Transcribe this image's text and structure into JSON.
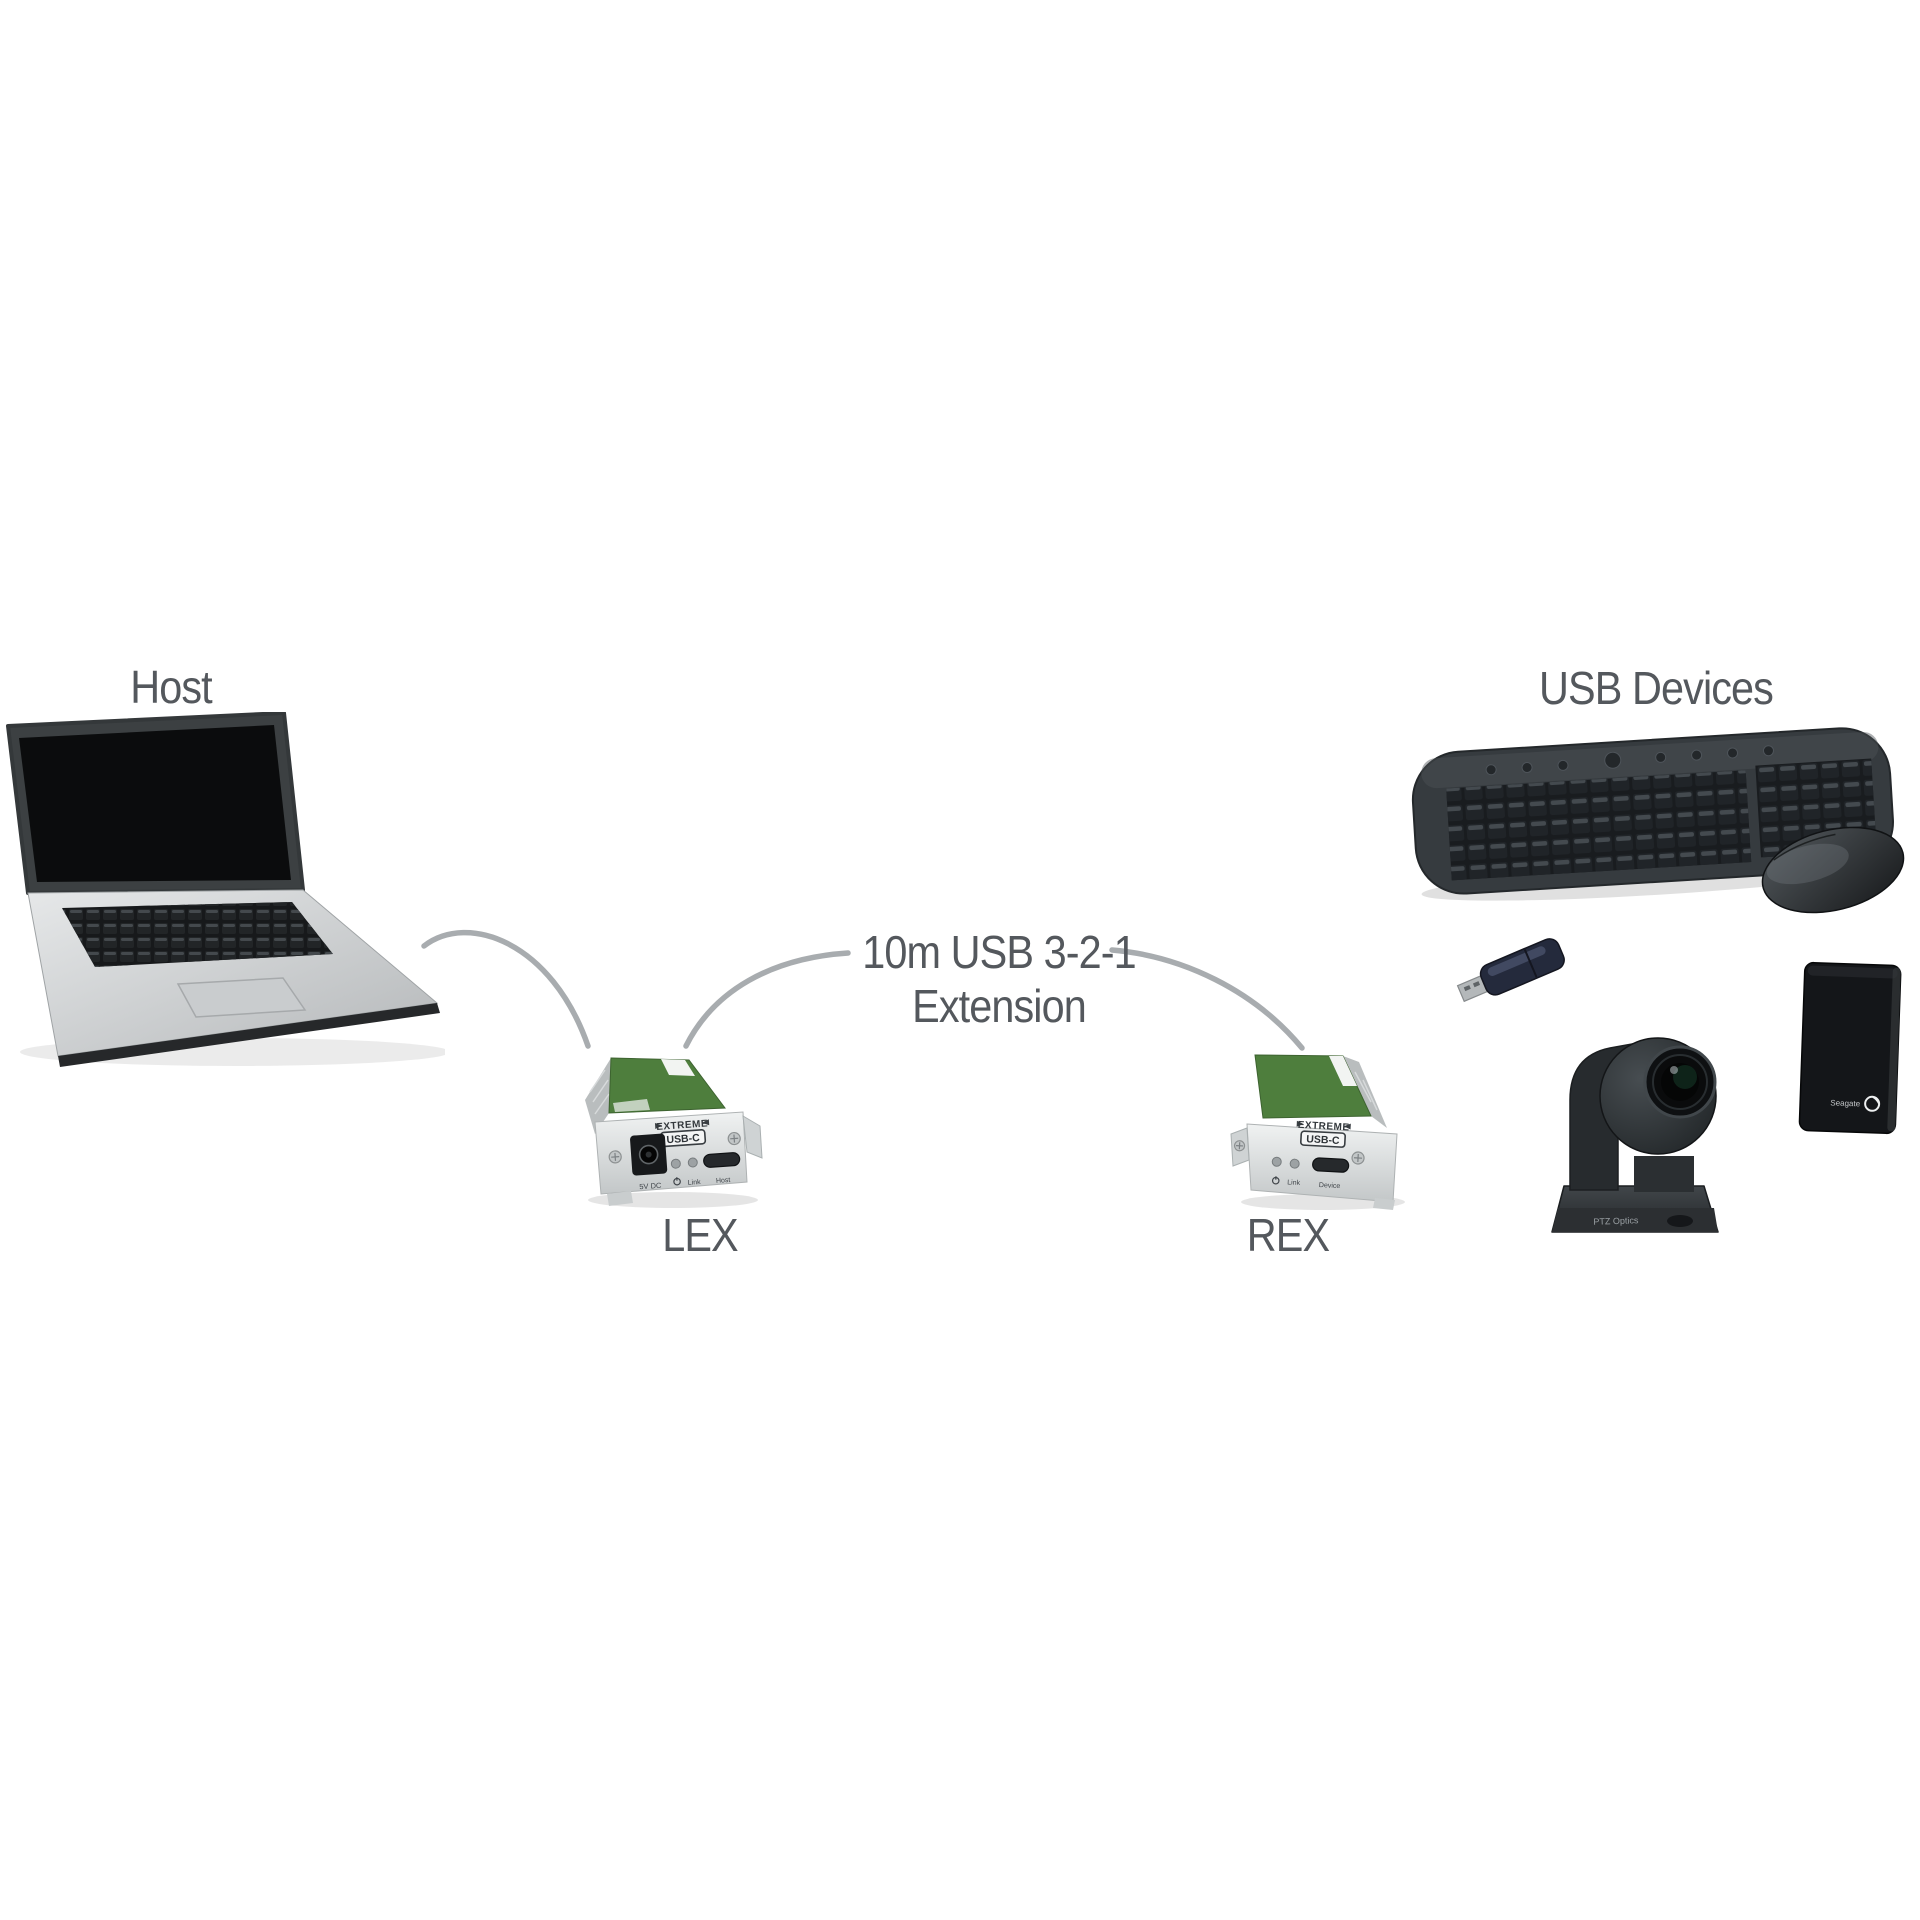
{
  "labels": {
    "host": "Host",
    "usb_devices": "USB Devices",
    "lex": "LEX",
    "rex": "REX",
    "cable_line1": "10m USB 3-2-1",
    "cable_line2": "Extension"
  },
  "lex_device": {
    "brand_top": "EXTREME",
    "brand_bottom": "USB-C",
    "power_jack_label": "5V DC",
    "link_led_label": "Link",
    "port_label": "Host"
  },
  "rex_device": {
    "brand_top": "EXTREME",
    "brand_bottom": "USB-C",
    "link_led_label": "Link",
    "port_label": "Device"
  },
  "devices": {
    "camera_base_label": "PTZ Optics",
    "hdd_brand": "Seagate"
  },
  "colors": {
    "label_text": "#54585d",
    "cable": "#a8acaf",
    "extender_green": "#4e7e3d",
    "extender_silver": "#dde0e1"
  }
}
